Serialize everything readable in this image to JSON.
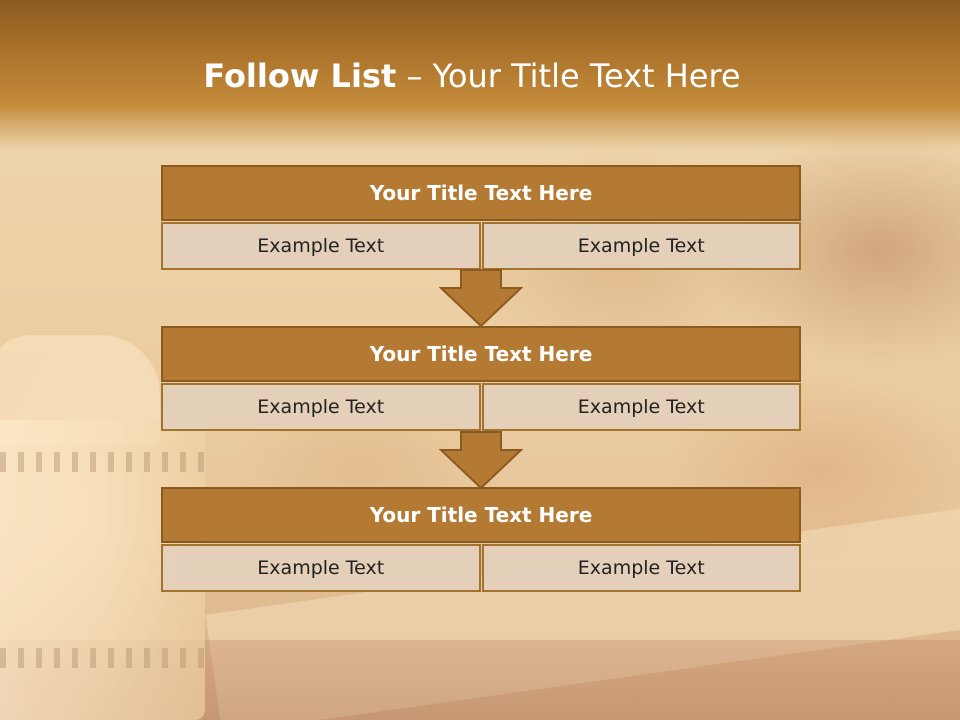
{
  "slide": {
    "title_bold": "Follow List",
    "title_rest": "– Your Title Text Here"
  },
  "blocks": [
    {
      "title": "Your Title Text Here",
      "left_text": "Example Text",
      "right_text": "Example Text"
    },
    {
      "title": "Your Title Text Here",
      "left_text": "Example Text",
      "right_text": "Example Text"
    },
    {
      "title": "Your Title Text Here",
      "left_text": "Example Text",
      "right_text": "Example Text"
    }
  ],
  "colors": {
    "title_bar": "#a8702a",
    "block_title_fill": "#b47a34",
    "block_border": "#8b5a21",
    "cell_fill": "#e4d0bb",
    "arrow_fill": "#b47a34"
  },
  "icons": {
    "arrow": "down-arrow-icon"
  }
}
